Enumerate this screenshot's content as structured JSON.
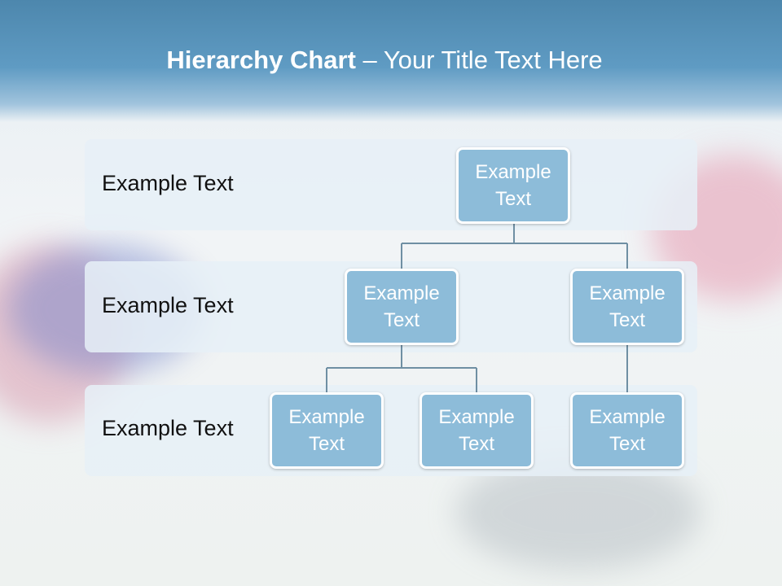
{
  "title": {
    "bold": "Hierarchy Chart",
    "rest": " – Your Title Text Here"
  },
  "levels": [
    {
      "label": "Example Text"
    },
    {
      "label": "Example Text"
    },
    {
      "label": "Example Text"
    }
  ],
  "nodes": {
    "root": "Example Text",
    "level2_left": "Example Text",
    "level2_right": "Example Text",
    "level3_a": "Example Text",
    "level3_b": "Example Text",
    "level3_c": "Example Text"
  },
  "colors": {
    "node_fill": "#8dbcd9",
    "node_border": "#ffffff",
    "connector": "#6f8fa3",
    "title_band": "#4d87ad"
  }
}
